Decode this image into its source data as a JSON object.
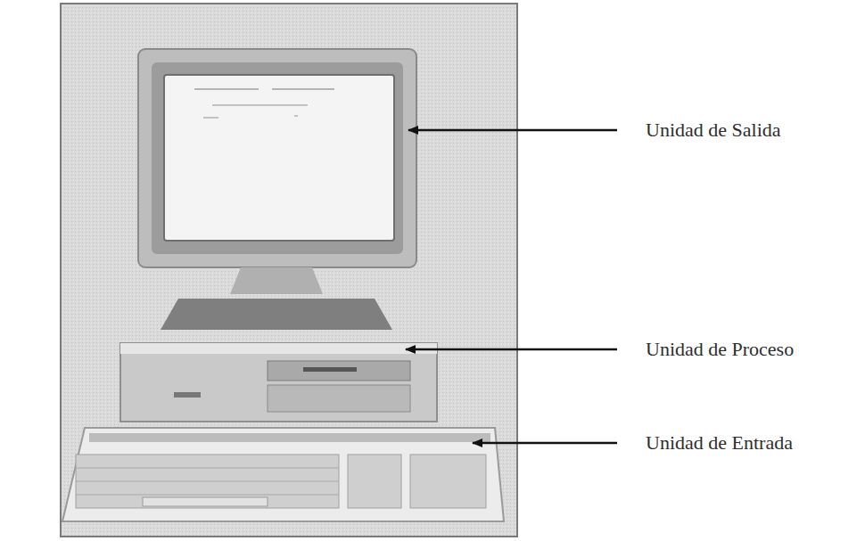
{
  "diagram": {
    "labels": [
      "Unidad de Salida",
      "Unidad de Proceso",
      "Unidad de Entrada"
    ]
  }
}
